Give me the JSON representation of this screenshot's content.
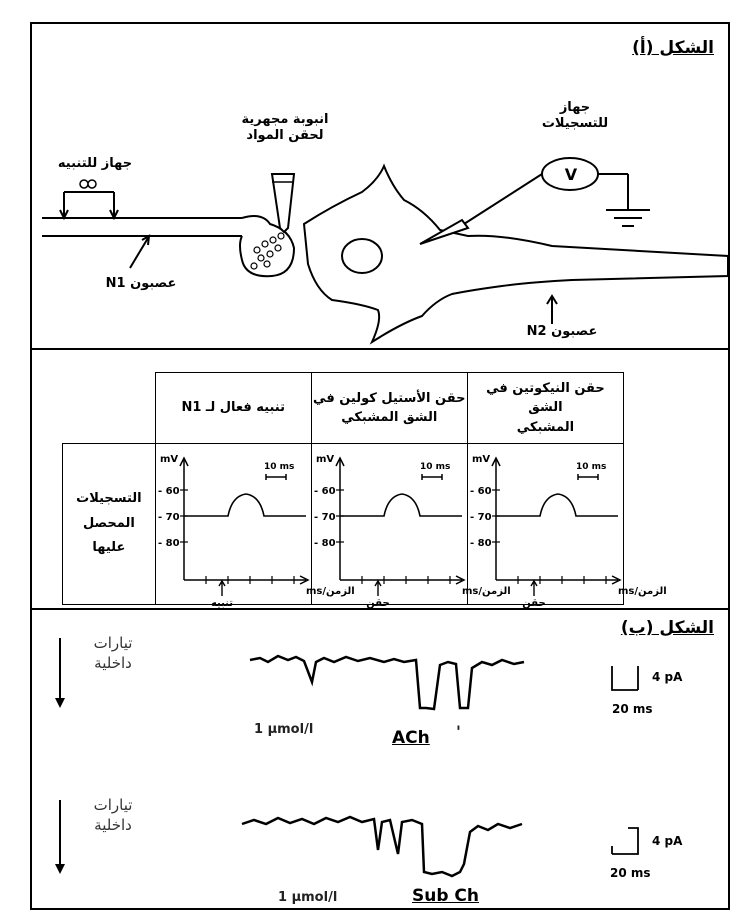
{
  "figure_a": {
    "title": "الشكل (أ)",
    "labels": {
      "stimulator": "جهاز للتنبيه",
      "micropipette_l1": "انبوبة مجهرية",
      "micropipette_l2": "لحقن المواد",
      "recorder_l1": "جهاز",
      "recorder_l2": "للتسجيلات",
      "voltmeter": "V",
      "neuron1": "عصبون N1",
      "neuron2": "عصبون N2"
    }
  },
  "table": {
    "row_label_l1": "التسجيلات",
    "row_label_l2": "المحصل",
    "row_label_l3": "عليها",
    "columns": [
      {
        "header_l1": "تنبيه فعال لـ N1",
        "header_l2": "",
        "event": "تنبيه"
      },
      {
        "header_l1": "حقن الأستيل كولين في",
        "header_l2": "الشق المشبكي",
        "event": "حقن"
      },
      {
        "header_l1": "حقن النيكوتين في الشق",
        "header_l2": "المشبكي",
        "event": "حقن"
      }
    ],
    "graph": {
      "y_unit": "mV",
      "y_ticks": [
        "- 60",
        "- 70",
        "- 80"
      ],
      "x_unit": "الزمن/ms",
      "scale_bar": "10 ms"
    }
  },
  "figure_b": {
    "title": "الشكل (ب)",
    "current_label_l1": "تيارات",
    "current_label_l2": "داخلية",
    "traces": [
      {
        "concentration": "1 µmol/l",
        "drug": "ACh",
        "mark": "'",
        "scale_y": "4 pA",
        "scale_x": "20 ms"
      },
      {
        "concentration": "1 µmol/l",
        "drug": "Sub Ch",
        "scale_y": "4 pA",
        "scale_x": "20 ms"
      }
    ]
  }
}
